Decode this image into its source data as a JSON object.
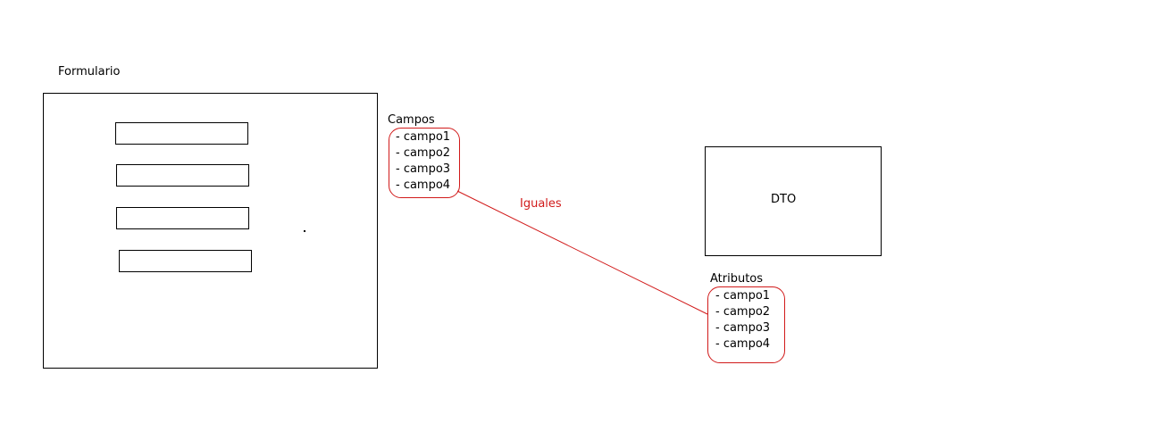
{
  "form": {
    "title": "Formulario",
    "field_count": 4
  },
  "campos": {
    "title": "Campos",
    "items": [
      "- campo1",
      "- campo2",
      "- campo3",
      "- campo4"
    ]
  },
  "dto": {
    "title": "DTO"
  },
  "atributos": {
    "title": "Atributos",
    "items": [
      "- campo1",
      "- campo2",
      "- campo3",
      "- campo4"
    ]
  },
  "connector": {
    "label": "Iguales"
  },
  "colors": {
    "highlight": "#d11a1a",
    "outline": "#000000",
    "background": "#ffffff"
  }
}
